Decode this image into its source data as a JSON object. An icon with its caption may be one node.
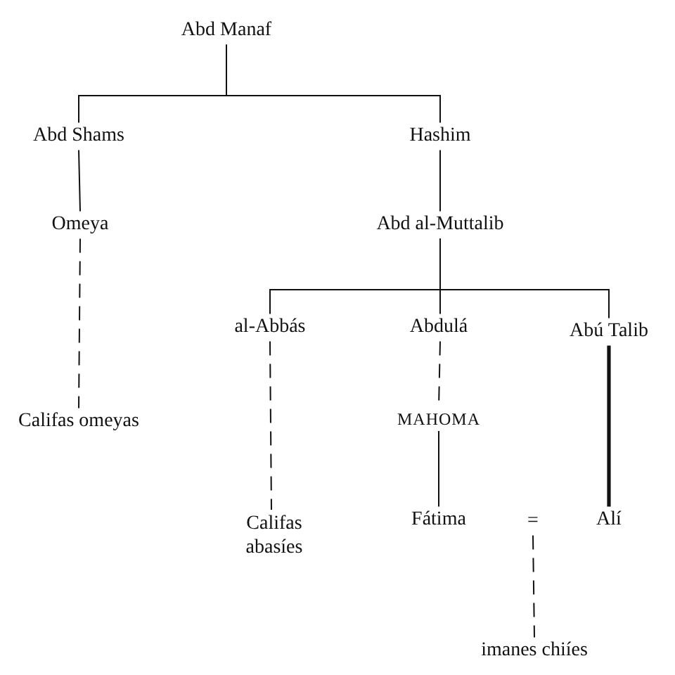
{
  "diagram": {
    "nodes": [
      {
        "text": [
          "Abd Manaf"
        ]
      },
      {
        "text": [
          "Abd Shams"
        ]
      },
      {
        "text": [
          "Hashim"
        ]
      },
      {
        "text": [
          "Omeya"
        ]
      },
      {
        "text": [
          "Abd al-Muttalib"
        ]
      },
      {
        "text": [
          "Califas omeyas"
        ]
      },
      {
        "text": [
          "al-Abbás"
        ]
      },
      {
        "text": [
          "Abdulá"
        ]
      },
      {
        "text": [
          "Abú Talib"
        ]
      },
      {
        "text": [
          "MAHOMA"
        ]
      },
      {
        "text": [
          "Califas abasíes"
        ]
      },
      {
        "text": [
          "Fátima"
        ]
      },
      {
        "text": [
          "="
        ]
      },
      {
        "text": [
          "Alí"
        ]
      },
      {
        "text": [
          "imanes chiíes"
        ]
      }
    ],
    "edges": [
      {
        "from": 0,
        "to": 1,
        "arrow": "none"
      },
      {
        "from": 0,
        "to": 2,
        "arrow": "none"
      },
      {
        "from": 1,
        "to": 3,
        "arrow": "none"
      },
      {
        "from": 2,
        "to": 4,
        "arrow": "none"
      },
      {
        "from": 3,
        "to": 5,
        "arrow": "none",
        "style": "dashed"
      },
      {
        "from": 4,
        "to": 6,
        "arrow": "none"
      },
      {
        "from": 4,
        "to": 7,
        "arrow": "none"
      },
      {
        "from": 4,
        "to": 8,
        "arrow": "none"
      },
      {
        "from": 6,
        "to": 10,
        "arrow": "none",
        "style": "dashed"
      },
      {
        "from": 7,
        "to": 9,
        "arrow": "none",
        "style": "dashed"
      },
      {
        "from": 9,
        "to": 11,
        "arrow": "none"
      },
      {
        "from": 8,
        "to": 13,
        "arrow": "none",
        "style": "thick"
      },
      {
        "from": 12,
        "to": 14,
        "arrow": "none",
        "style": "dashed"
      }
    ]
  }
}
